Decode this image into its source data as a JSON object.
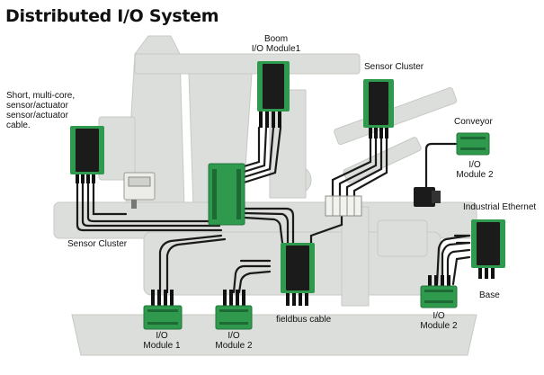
{
  "title": "Distributed I/O System",
  "labels": {
    "short_cable": [
      "Short, multi-core,",
      "sensor/actuator",
      "sensor/actuator",
      "cable."
    ],
    "boom": [
      "Boom",
      "I/O Module1"
    ],
    "sensor_cluster_top": "Sensor Cluster",
    "conveyor": "Conveyor",
    "io_module_2_right": [
      "I/O",
      "Module 2"
    ],
    "industrial_ethernet": "Industrial Ethernet",
    "base": "Base",
    "sensor_cluster_left": "Sensor Cluster",
    "fieldbus_cable": "fieldbus cable",
    "io_module_1": [
      "I/O",
      "Module 1"
    ],
    "io_module_2_mid": [
      "I/O",
      "Module 2"
    ],
    "io_module_2_bottom": [
      "I/O",
      "Module 2"
    ]
  },
  "colors": {
    "module_green": "#2f9a4e",
    "module_dark": "#1b1b1b",
    "cable": "#1a1a1a",
    "machine_gray": "#d6d8d4"
  }
}
